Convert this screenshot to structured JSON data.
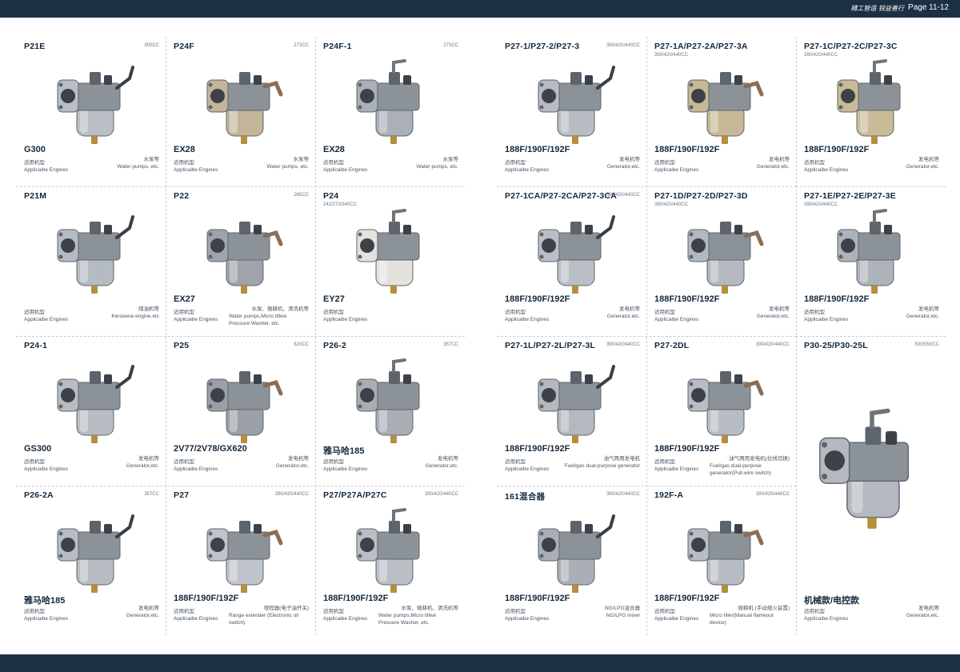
{
  "header": {
    "slogan": "精工智造 锐益善行",
    "page": "Page 11-12"
  },
  "labels": {
    "applicable_cn": "适用机型",
    "applicable_en": "Applicaibe Engines"
  },
  "products": [
    {
      "model": "P21E",
      "cc": "300CC",
      "engine": "G300",
      "app_cn": "水泵等",
      "app_en": "Water pumps, etc.",
      "body": "#b9bfc5"
    },
    {
      "model": "P24F",
      "cc": "273CC",
      "engine": "EX28",
      "app_cn": "水泵等",
      "app_en": "Water pumps, etc.",
      "body": "#c3b59a"
    },
    {
      "model": "P24F-1",
      "cc": "273CC",
      "engine": "EX28",
      "app_cn": "水泵等",
      "app_en": "Water pumps, etc.",
      "body": "#a9b0b8"
    },
    {
      "model": "P27-1/P27-2/P27-3",
      "cc": "390/420/440CC",
      "engine": "188F/190F/192F",
      "app_cn": "发电机等",
      "app_en": "Generator,etc.",
      "body": "#b7bdc3"
    },
    {
      "model": "P27-1A/P27-2A/P27-3A",
      "cc": "390/420/440CC",
      "engine": "188F/190F/192F",
      "app_cn": "发电机等",
      "app_en": "Generator,etc.",
      "body": "#c7b896"
    },
    {
      "model": "P27-1C/P27-2C/P27-3C",
      "cc": "390/420/440CC",
      "engine": "188F/190F/192F",
      "app_cn": "发电机等",
      "app_en": "Generator,etc.",
      "body": "#c9bb98"
    },
    {
      "model": "P21M",
      "cc": "",
      "engine": "",
      "app_cn": "煤油机等",
      "app_en": "Kerosene engine.etc",
      "body": "#b4bbc2"
    },
    {
      "model": "P22",
      "cc": "265CC",
      "engine": "EX27",
      "app_cn": "水泵、微耕机、清洗机等",
      "app_en": "Water pumps,Micro tillwe Pressure Washer, etc.",
      "body": "#9ea4aa"
    },
    {
      "model": "P24",
      "cc": "242/270/340CC",
      "engine": "EY27",
      "app_cn": "",
      "app_en": "",
      "body": "#e4e2dc"
    },
    {
      "model": "P27-1CA/P27-2CA/P27-3CA",
      "cc": "390/420/440CC",
      "engine": "188F/190F/192F",
      "app_cn": "发电机等",
      "app_en": "Generator,etc.",
      "body": "#b9bfc5"
    },
    {
      "model": "P27-1D/P27-2D/P27-3D",
      "cc": "390/420/440CC",
      "engine": "188F/190F/192F",
      "app_cn": "发电机等",
      "app_en": "Generator,etc.",
      "body": "#b3b9bf"
    },
    {
      "model": "P27-1E/P27-2E/P27-3E",
      "cc": "390/420/440CC",
      "engine": "188F/190F/192F",
      "app_cn": "发电机等",
      "app_en": "Generator,etc.",
      "body": "#adb3ba"
    },
    {
      "model": "P24-1",
      "cc": "",
      "engine": "GS300",
      "app_cn": "发电机等",
      "app_en": "Generator,etc.",
      "body": "#b7bdc3"
    },
    {
      "model": "P25",
      "cc": "620CC",
      "engine": "2V77/2V78/GX620",
      "app_cn": "发电机等",
      "app_en": "Generator,etc.",
      "body": "#9aa0a6"
    },
    {
      "model": "P26-2",
      "cc": "357CC",
      "engine": "雅马哈185",
      "app_cn": "发电机等",
      "app_en": "Generator,etc.",
      "body": "#a8aeb4"
    },
    {
      "model": "P27-1L/P27-2L/P27-3L",
      "cc": "390/420/440CC",
      "engine": "188F/190F/192F",
      "app_cn": "油气两用发电机",
      "app_en": "Fuel/gas dual-purpose generator",
      "body": "#b3b9bf"
    },
    {
      "model": "P27-2DL",
      "cc": "390/420/440CC",
      "engine": "188F/190F/192F",
      "app_cn": "油气两用发电机(拉线切换)",
      "app_en": "Fuel/gas dual-purpose generator(Pull-wire switch)",
      "body": "#b7bdc3"
    },
    {
      "model": "P30-25/P30-25L",
      "cc": "500/550CC",
      "engine": "机械款/电控款",
      "app_cn": "发电机等",
      "app_en": "Generator,etc.",
      "body": "#b3b9bf"
    },
    {
      "model": "P26-2A",
      "cc": "357CC",
      "engine": "雅马哈185",
      "app_cn": "发电机等",
      "app_en": "Generator,etc.",
      "body": "#b7bdc3"
    },
    {
      "model": "P27",
      "cc": "390/420/440CC",
      "engine": "188F/190F/192F",
      "app_cn": "增程器(电子油开关)",
      "app_en": "Range extender (Electronic oil switch)",
      "body": "#bfc4ca"
    },
    {
      "model": "P27/P27A/P27C",
      "cc": "390/420/440CC",
      "engine": "188F/190F/192F",
      "app_cn": "水泵、微耕机、清洗机等",
      "app_en": "Water pumps,Micro tillwe Pressure Washer, etc.",
      "body": "#b9bfc5"
    },
    {
      "model": "161混合器",
      "cc": "390/420/440CC",
      "engine": "188F/190F/192F",
      "app_cn": "NG/LPG混合器",
      "app_en": "NG/LPG mixer",
      "body": "#a9afb5"
    },
    {
      "model": "192F-A",
      "cc": "390/420/440CC",
      "engine": "188F/190F/192F",
      "app_cn": "微耕机 (手动熄火装置)",
      "app_en": "Micro tiller(Manual flameout device)",
      "body": "#b7bdc3"
    }
  ]
}
